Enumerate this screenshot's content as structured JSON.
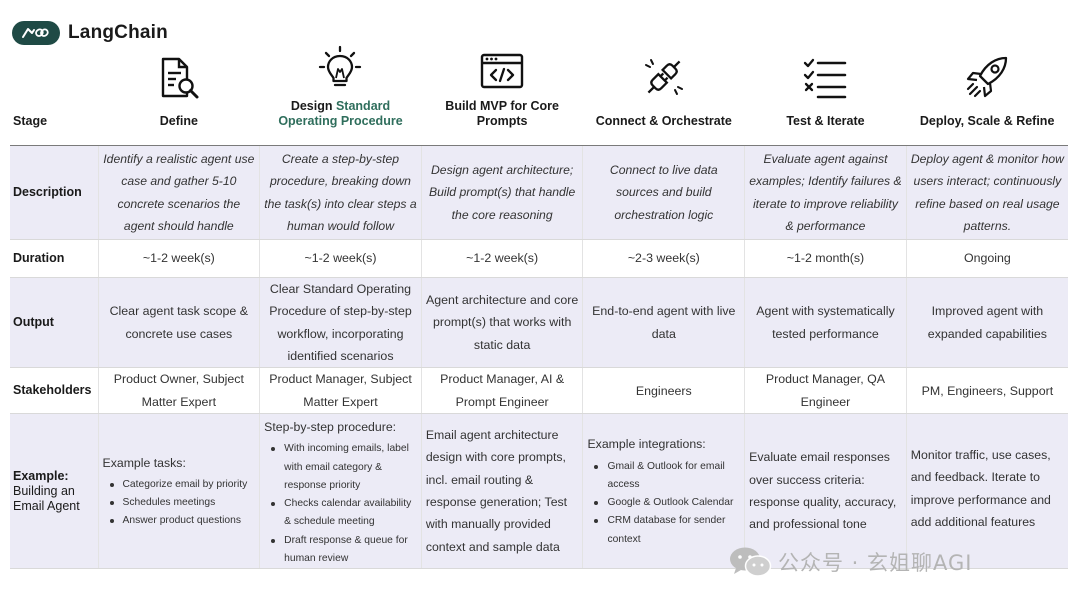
{
  "brand": {
    "name": "LangChain"
  },
  "header": {
    "stage_label": "Stage",
    "stages": [
      {
        "icon": "document-search-icon",
        "title": "Define"
      },
      {
        "icon": "lightbulb-icon",
        "title_prefix": "Design ",
        "title_highlight": "Standard Operating Procedure"
      },
      {
        "icon": "code-window-icon",
        "title": "Build MVP for Core Prompts"
      },
      {
        "icon": "plug-connect-icon",
        "title": "Connect & Orchestrate"
      },
      {
        "icon": "checklist-icon",
        "title": "Test & Iterate"
      },
      {
        "icon": "rocket-icon",
        "title": "Deploy, Scale & Refine"
      }
    ]
  },
  "rows": {
    "description": {
      "label": "Description",
      "cells": [
        "Identify a realistic agent use case and gather 5-10 concrete scenarios the agent should handle",
        "Create a step-by-step procedure, breaking down the task(s) into clear steps a human would follow",
        "Design agent architecture; Build prompt(s) that handle the core reasoning",
        "Connect to live data sources and build orchestration logic",
        "Evaluate agent against examples; Identify failures & iterate to improve reliability & performance",
        "Deploy agent & monitor how users interact; continuously refine based on real usage patterns."
      ]
    },
    "duration": {
      "label": "Duration",
      "cells": [
        "~1-2 week(s)",
        "~1-2 week(s)",
        "~1-2 week(s)",
        "~2-3 week(s)",
        "~1-2 month(s)",
        "Ongoing"
      ]
    },
    "output": {
      "label": "Output",
      "cells": [
        "Clear agent task scope & concrete use cases",
        "Clear Standard Operating Procedure of step-by-step workflow, incorporating identified scenarios",
        "Agent architecture and core prompt(s) that works with static data",
        "End-to-end agent with live data",
        "Agent with systematically tested performance",
        "Improved agent with expanded capabilities"
      ]
    },
    "stakeholders": {
      "label": "Stakeholders",
      "cells": [
        "Product Owner, Subject Matter Expert",
        "Product Manager, Subject Matter Expert",
        "Product Manager, AI & Prompt Engineer",
        "Engineers",
        "Product Manager, QA Engineer",
        "PM, Engineers, Support"
      ]
    },
    "example": {
      "label_title": "Example:",
      "label_sub": "Building an Email Agent",
      "cells": [
        {
          "intro": "Example tasks:",
          "items": [
            "Categorize email by priority",
            "Schedules meetings",
            "Answer product questions"
          ]
        },
        {
          "intro": "Step-by-step procedure:",
          "items": [
            "With incoming emails, label with email category & response priority",
            "Checks calendar availability & schedule meeting",
            "Draft response & queue for human review"
          ]
        },
        {
          "intro": "Email agent architecture design with core prompts, incl. email routing & response generation; Test with manually provided context and sample data",
          "items": []
        },
        {
          "intro": "Example integrations:",
          "items": [
            "Gmail & Outlook for email access",
            "Google & Outlook Calendar",
            "CRM database for sender context"
          ]
        },
        {
          "intro": "Evaluate email responses over success criteria: response quality, accuracy, and professional tone",
          "items": []
        },
        {
          "intro": "Monitor traffic, use cases, and feedback. Iterate to improve performance and add additional features",
          "items": []
        }
      ]
    }
  },
  "watermark": {
    "text": "公众号 · 玄姐聊AGI",
    "icon": "wechat-icon"
  }
}
